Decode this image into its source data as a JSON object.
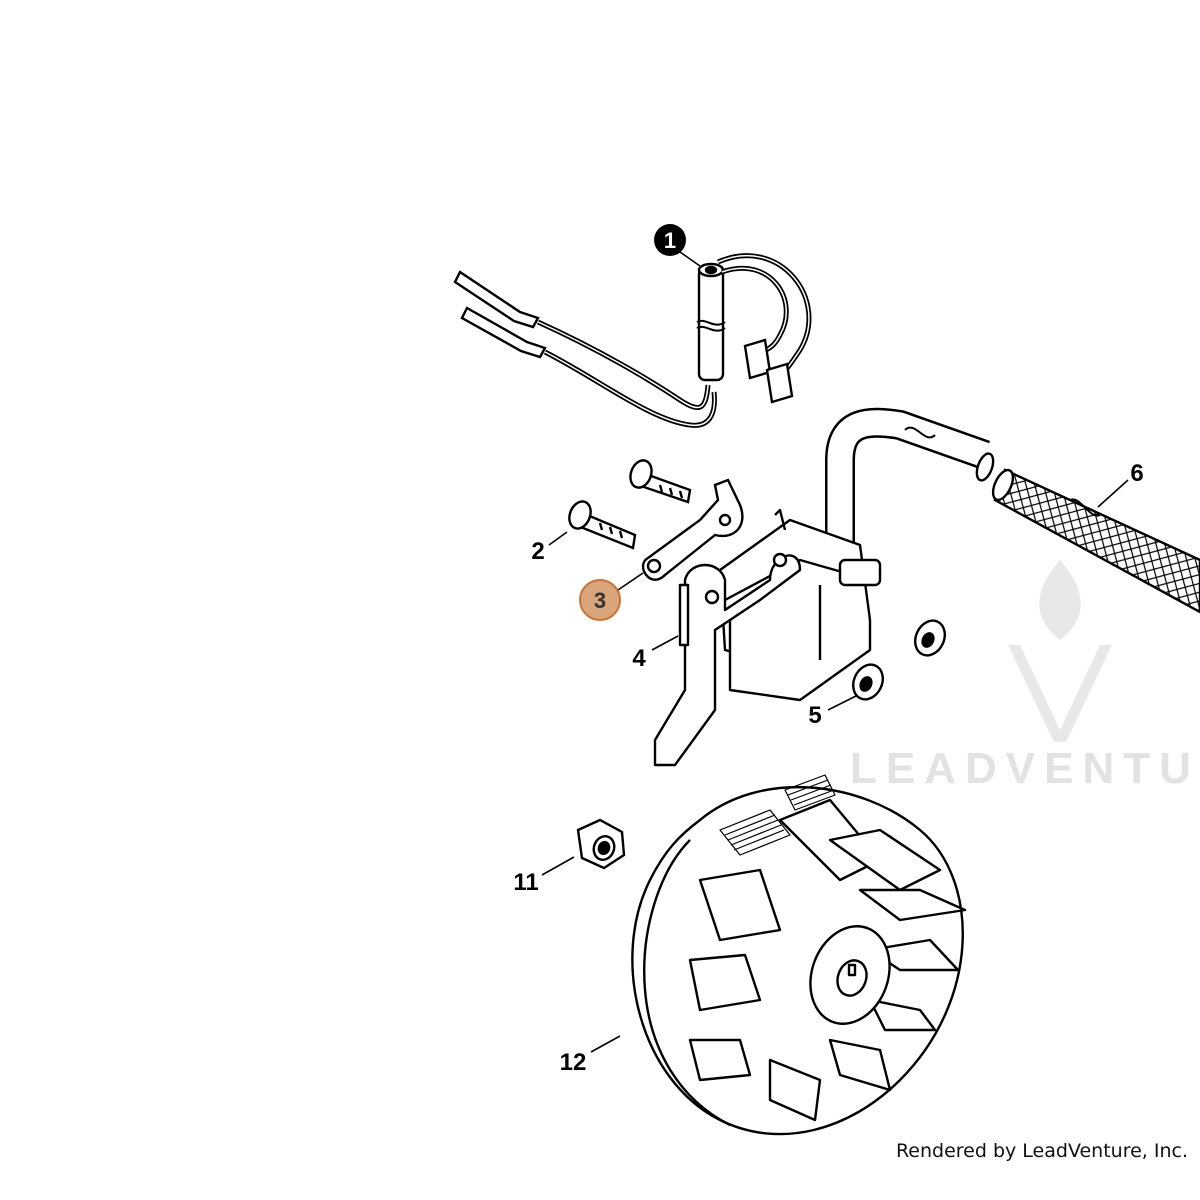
{
  "watermark": {
    "brand": "LEADVENTU",
    "logo_icon": "leadventure-flame-v-logo"
  },
  "credit": "Rendered by LeadVenture, Inc.",
  "colors": {
    "line": "#000000",
    "callout_1_fill": "#000000",
    "callout_3_fill": "#d9a57a",
    "callout_3_stroke": "#c87533",
    "watermark": "#e2e2e2"
  },
  "parts": [
    {
      "ref": "1",
      "name": "Ignition lead / wire harness"
    },
    {
      "ref": "2",
      "name": "Screw"
    },
    {
      "ref": "3",
      "name": "Ground plate",
      "highlighted": true
    },
    {
      "ref": "4",
      "name": "Ignition module"
    },
    {
      "ref": "5",
      "name": "Spacer"
    },
    {
      "ref": "6",
      "name": "Spark plug lead"
    },
    {
      "ref": "11",
      "name": "Nut"
    },
    {
      "ref": "12",
      "name": "Flywheel"
    }
  ],
  "labels": {
    "p1": "1",
    "p2": "2",
    "p3": "3",
    "p4": "4",
    "p5": "5",
    "p6": "6",
    "p11": "11",
    "p12": "12"
  }
}
